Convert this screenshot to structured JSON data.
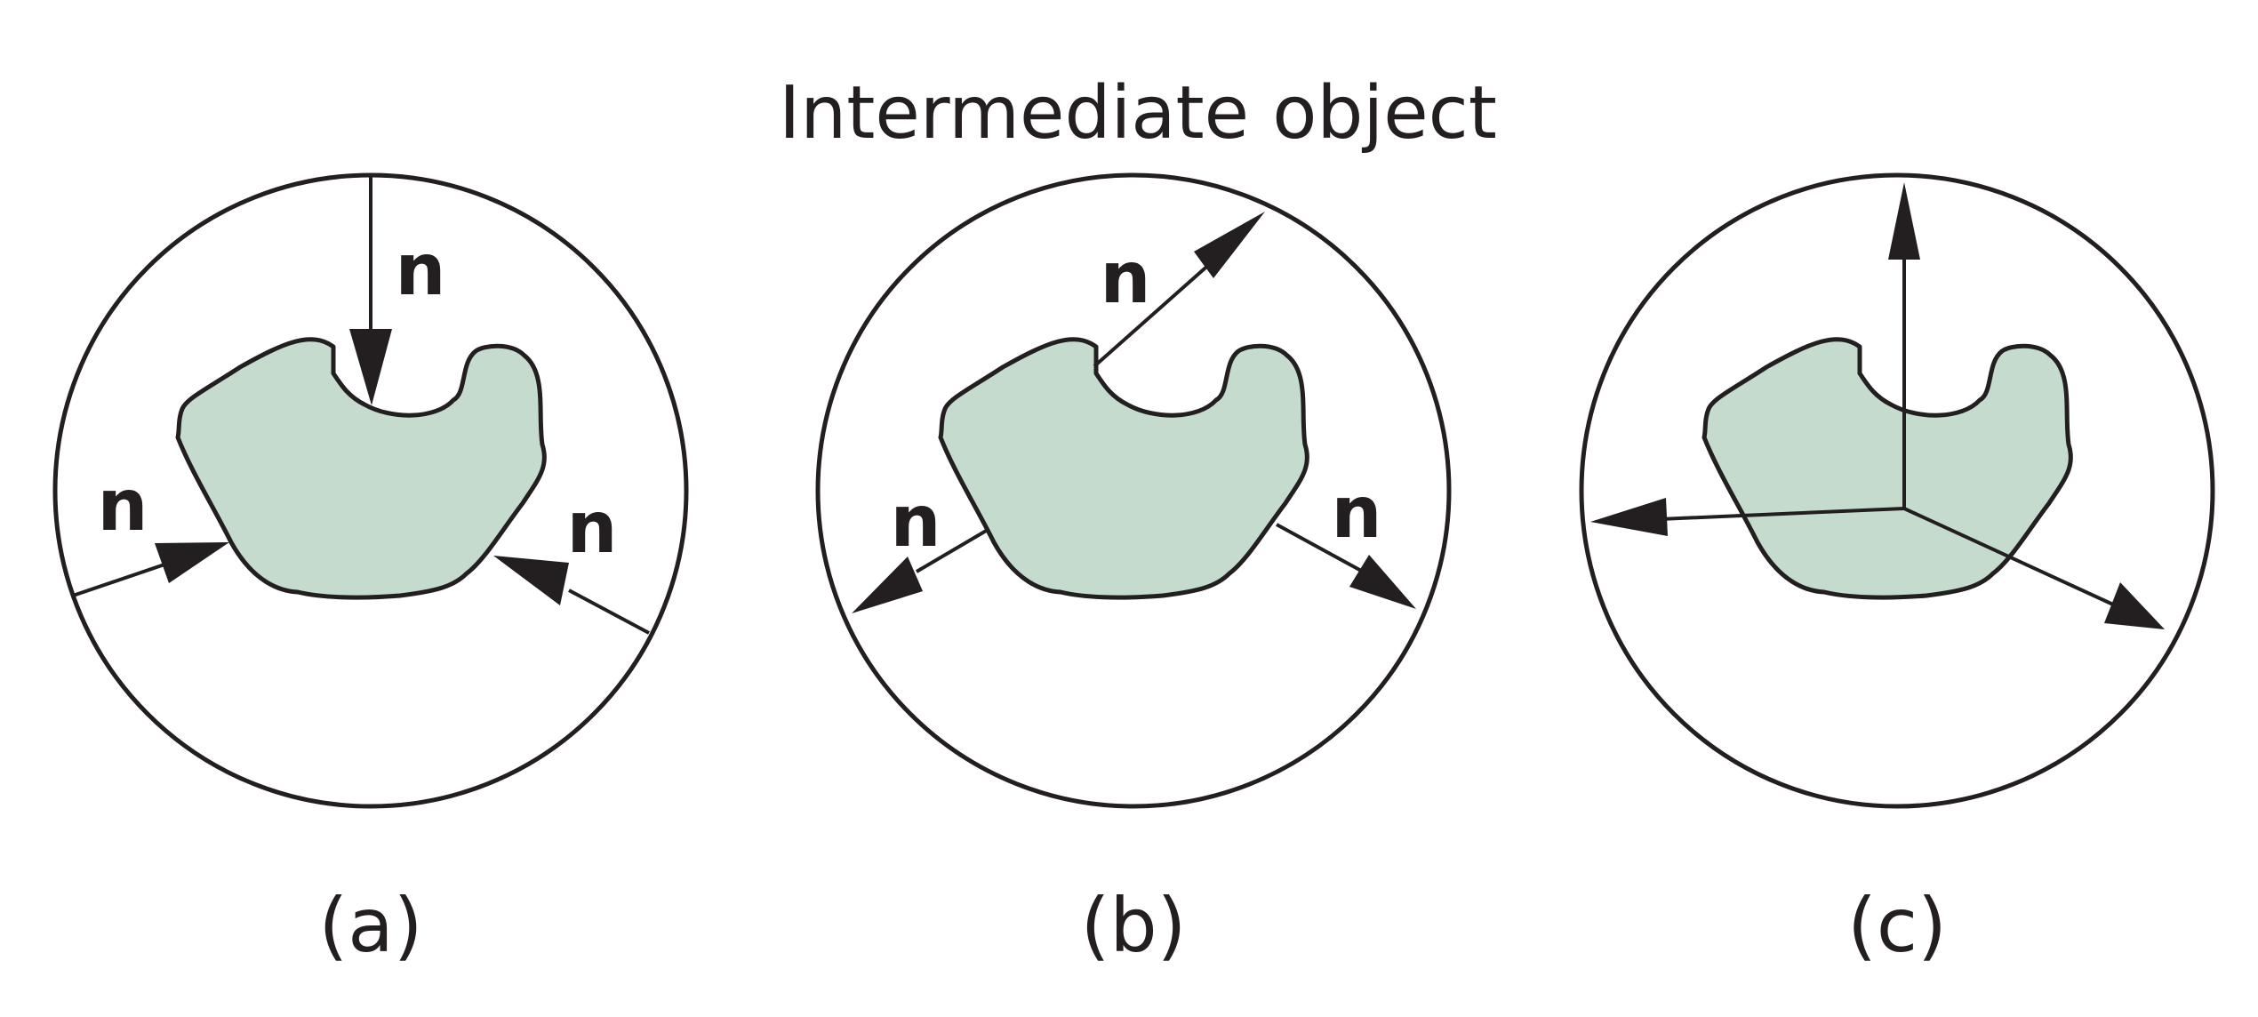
{
  "title": "Intermediate object",
  "colors": {
    "ink": "#231f20",
    "object_fill": "#c5dbce",
    "background": "#ffffff"
  },
  "panels": [
    {
      "caption": "(a)",
      "labels": [
        "n",
        "n",
        "n"
      ]
    },
    {
      "caption": "(b)",
      "labels": [
        "n",
        "n",
        "n"
      ]
    },
    {
      "caption": "(c)",
      "labels": []
    }
  ]
}
